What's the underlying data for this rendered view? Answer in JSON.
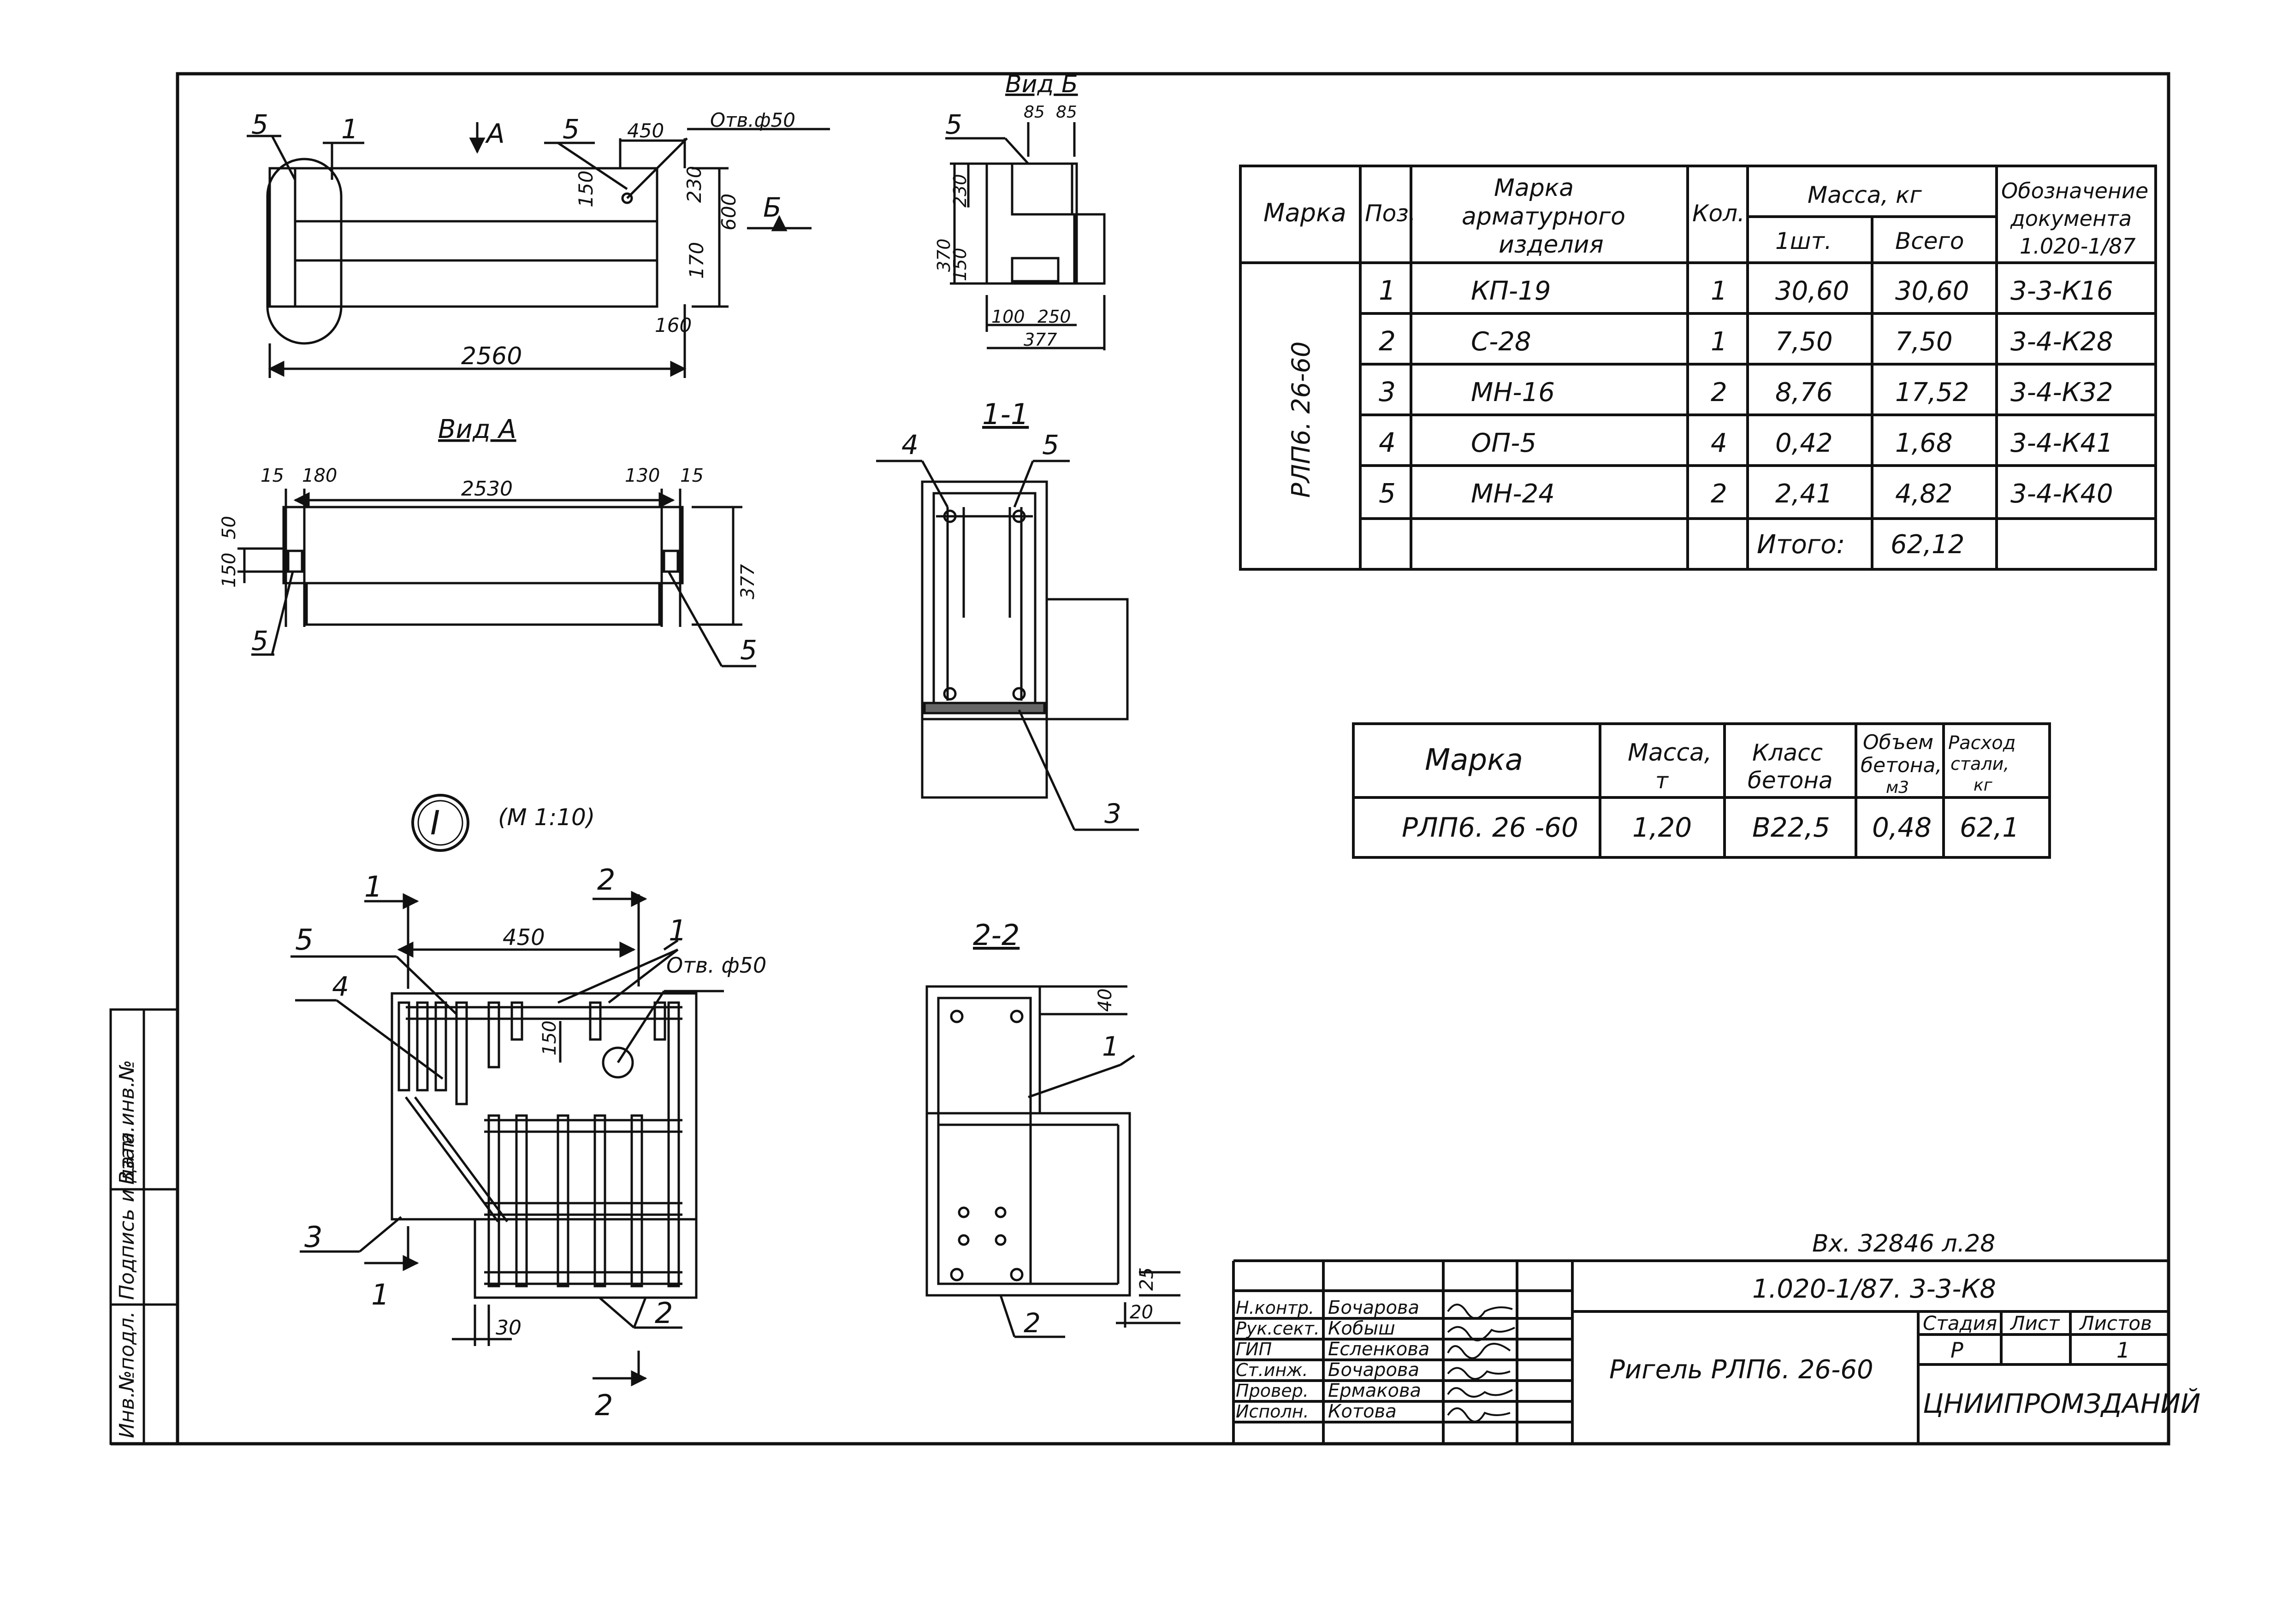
{
  "spec_table": {
    "headers": {
      "mark": "Марка",
      "pos": "Поз.",
      "item_mark": [
        "Марка",
        "арматурного",
        "изделия"
      ],
      "qty": "Кол.",
      "mass": "Масса, кг",
      "mass_one": "1шт.",
      "mass_all": "Всего",
      "doc": [
        "Обозначение",
        "документа",
        "1.020-1/87"
      ]
    },
    "group_mark": "РЛП6. 26-60",
    "rows": [
      {
        "pos": "1",
        "item": "КП-19",
        "qty": "1",
        "one": "30,60",
        "all": "30,60",
        "doc": "3-3-К16"
      },
      {
        "pos": "2",
        "item": "С-28",
        "qty": "1",
        "one": "7,50",
        "all": "7,50",
        "doc": "3-4-К28"
      },
      {
        "pos": "3",
        "item": "МН-16",
        "qty": "2",
        "one": "8,76",
        "all": "17,52",
        "doc": "3-4-К32"
      },
      {
        "pos": "4",
        "item": "ОП-5",
        "qty": "4",
        "one": "0,42",
        "all": "1,68",
        "doc": "3-4-К41"
      },
      {
        "pos": "5",
        "item": "МН-24",
        "qty": "2",
        "one": "2,41",
        "all": "4,82",
        "doc": "3-4-К40"
      }
    ],
    "total_label": "Итого:",
    "total_value": "62,12"
  },
  "summary_table": {
    "headers": {
      "mark": "Марка",
      "mass": [
        "Масса,",
        "т"
      ],
      "concrete_class": [
        "Класс",
        "бетона"
      ],
      "concrete_volume": [
        "Объем",
        "бетона,",
        "м3"
      ],
      "steel_use": [
        "Расход",
        "стали,",
        "кг"
      ]
    },
    "row": {
      "mark": "РЛП6. 26 -60",
      "mass": "1,20",
      "concrete_class": "В22,5",
      "concrete_volume": "0,48",
      "steel_use": "62,1"
    }
  },
  "drawing_labels": {
    "plan_length": "2560",
    "plan_dims": [
      "450",
      "150",
      "230",
      "600",
      "170",
      "160"
    ],
    "plan_hole": "Отв.ф50",
    "plan_arrow_a": "А",
    "plan_arrow_b": "Б",
    "plan_marks": [
      "5",
      "1",
      "5"
    ],
    "view_a_title": "Вид А",
    "view_a_dims": [
      "15",
      "180",
      "2530",
      "130",
      "15",
      "150",
      "50",
      "377"
    ],
    "view_a_marks": [
      "5",
      "5"
    ],
    "view_b_title": "Вид Б",
    "view_b_dims": [
      "85",
      "85",
      "230",
      "370",
      "150",
      "100",
      "250",
      "377"
    ],
    "view_b_mark": "5",
    "section_1_title": "1-1",
    "section_1_marks": [
      "4",
      "5",
      "3"
    ],
    "section_2_title": "2-2",
    "section_2_marks": [
      "1",
      "2"
    ],
    "section_2_dims": [
      "40",
      "25",
      "20"
    ],
    "node_id": "I",
    "node_scale": "(М 1:10)",
    "node_dims": [
      "450",
      "150",
      "30"
    ],
    "node_hole": "Отв. ф50",
    "node_marks": [
      "5",
      "4",
      "3",
      "1",
      "2"
    ],
    "cut_marks": [
      "1",
      "1",
      "2",
      "2"
    ]
  },
  "side_stamp": [
    "Инв.№подл.",
    "Подпись и дата",
    "Взам.инв.№"
  ],
  "inventory_note": "Вх. 32846 л.28",
  "title_block": {
    "code": "1.020-1/87. 3-3-К8",
    "name": "Ригель РЛП6. 26-60",
    "stage_label": "Стадия",
    "sheet_label": "Лист",
    "sheets_label": "Листов",
    "stage": "Р",
    "sheets": "1",
    "organization": "ЦНИИПРОМЗДАНИЙ",
    "roles": [
      {
        "role": "Н.контр.",
        "name": "Бочарова"
      },
      {
        "role": "Рук.сект.",
        "name": "Кобыш"
      },
      {
        "role": "ГИП",
        "name": "Есленкова"
      },
      {
        "role": "Ст.инж.",
        "name": "Бочарова"
      },
      {
        "role": "Провер.",
        "name": "Ермакова"
      },
      {
        "role": "Исполн.",
        "name": "Котова"
      }
    ]
  }
}
